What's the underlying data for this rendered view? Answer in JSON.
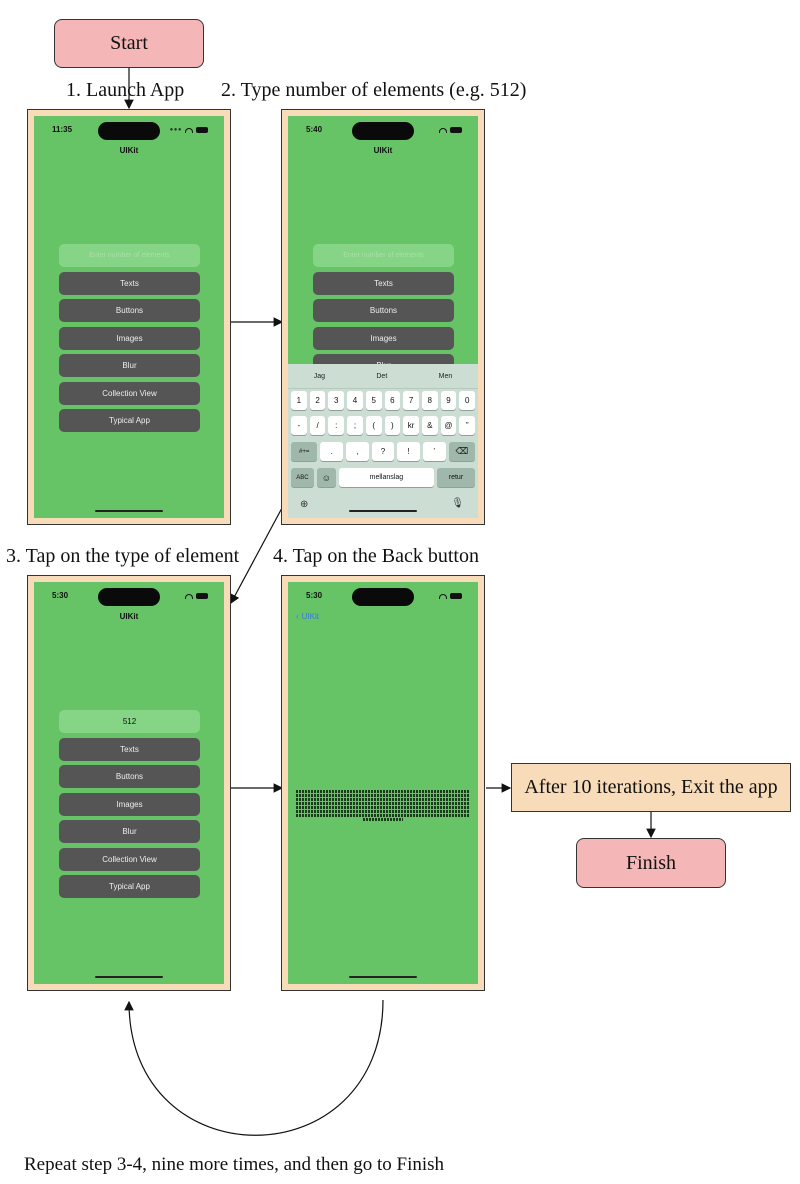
{
  "nodes": {
    "start": "Start",
    "exit": "After 10 iterations, Exit the app",
    "finish": "Finish"
  },
  "steps": {
    "s1": "1. Launch App",
    "s2": "2. Type number of elements (e.g. 512)",
    "s3": "3. Tap on the type of element",
    "s4": "4. Tap on the Back button"
  },
  "loop_label": "Repeat step 3-4, nine more times, and then go to Finish",
  "phones": {
    "p1": {
      "time": "11:35",
      "title": "UIKit",
      "placeholder": "Enter number of elements"
    },
    "p2": {
      "time": "5:40",
      "title": "UIKit",
      "placeholder": "Enter number of elements"
    },
    "p3": {
      "time": "5:30",
      "title": "UIKit",
      "field_value": "512"
    },
    "p4": {
      "time": "5:30",
      "back_label": "UIKit"
    }
  },
  "menu_buttons": [
    "Texts",
    "Buttons",
    "Images",
    "Blur",
    "Collection View",
    "Typical App"
  ],
  "keyboard": {
    "suggestions": [
      "Jag",
      "Det",
      "Men"
    ],
    "row1": [
      "1",
      "2",
      "3",
      "4",
      "5",
      "6",
      "7",
      "8",
      "9",
      "0"
    ],
    "row2": [
      "-",
      "/",
      ":",
      ";",
      "(",
      ")",
      "kr",
      "&",
      "@",
      "”"
    ],
    "row3_left": "#+=",
    "row3": [
      ".",
      ",",
      "?",
      "!",
      "’"
    ],
    "abc": "ABC",
    "space": "mellanslag",
    "return": "retur"
  },
  "colors": {
    "terminal_fill": "#f4b6b6",
    "process_fill": "#f8dbb8",
    "screen_bg": "#66c466",
    "button_bg": "#555555"
  },
  "icons": [
    "globe-icon",
    "mic-icon",
    "delete-icon",
    "emoji-icon",
    "chevron-left-icon",
    "wifi-icon",
    "battery-icon"
  ]
}
